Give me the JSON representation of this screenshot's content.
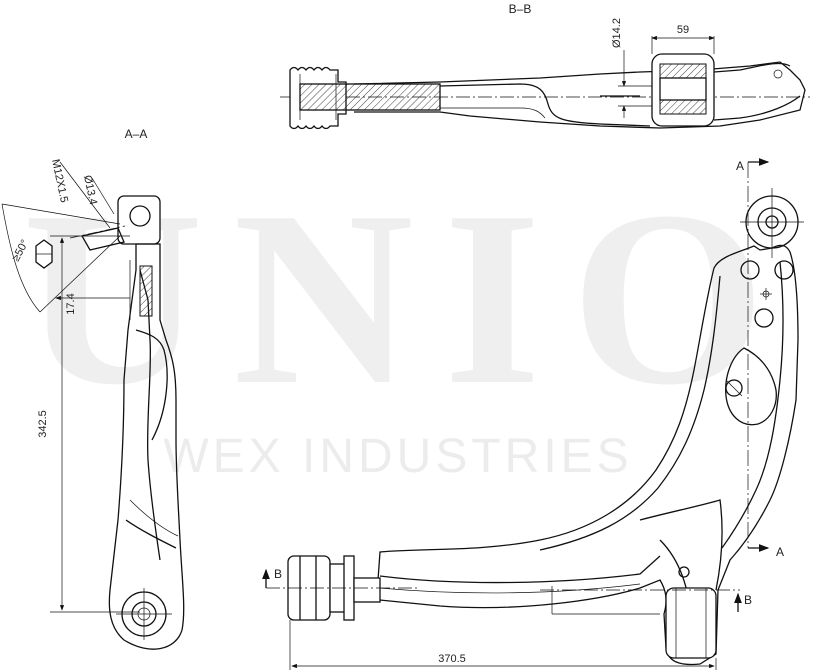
{
  "watermark": {
    "brand": "UNIO",
    "company": "WEX INDUSTRIES"
  },
  "views": {
    "section_bb": "B–B",
    "section_aa": "A–A",
    "cut_a_top": "A",
    "cut_a_bottom": "A",
    "cut_b_left": "B",
    "cut_b_right": "B"
  },
  "dimensions": {
    "d_bushing_width": "59",
    "d_diameter_142": "Ø14.2",
    "d_thread": "M12X1.5",
    "d_diameter_134": "Ø13.4",
    "d_angle": "≥50°",
    "d_offset": "17.4",
    "d_height": "342.5",
    "d_length": "370.5"
  },
  "colors": {
    "line": "#111111",
    "watermark": "#efefef",
    "background": "#ffffff"
  }
}
